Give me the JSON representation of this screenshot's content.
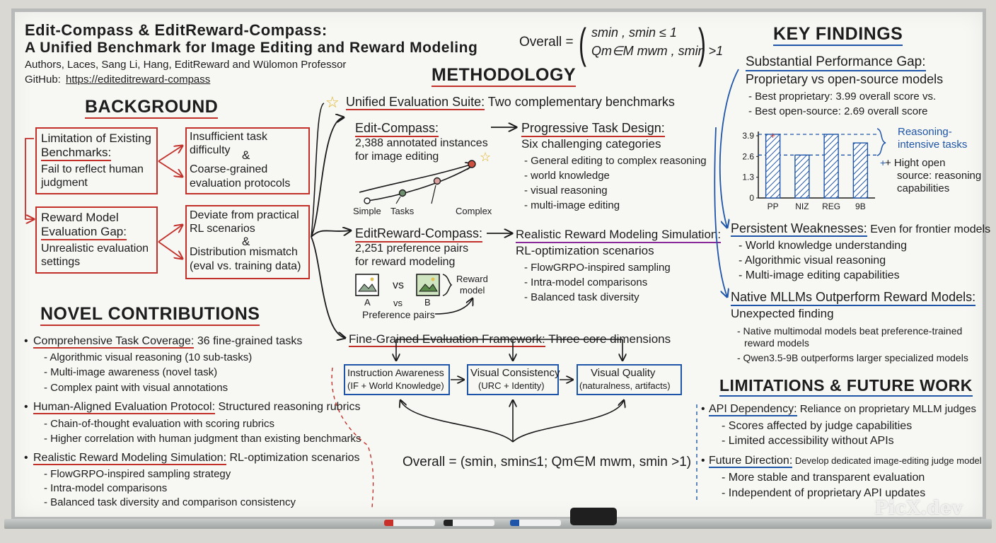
{
  "title": {
    "line1": "Edit-Compass & EditReward-Compass:",
    "line2": "A Unified Benchmark for Image Editing and Reward Modeling",
    "authors": "Authors, Laces, Sang Li, Hang, EditReward and Wülomon Professor",
    "github_label": "GitHub:",
    "github_url": "https://editeditreward-compass"
  },
  "top_formula": {
    "lhs": "Overall =",
    "case1": "smin , smin ≤ 1",
    "case2": "Qm∈M mwm , smin >1"
  },
  "background": {
    "heading": "BACKGROUND",
    "box1_title_a": "Limitation of Existing",
    "box1_title_b": "Benchmarks:",
    "box1_body_a": "Fail to reflect human",
    "box1_body_b": "judgment",
    "box1_out_a": "Insufficient task",
    "box1_out_b": "difficulty",
    "amp": "&",
    "box1_out_c": "Coarse-grained",
    "box1_out_d": "evaluation protocols",
    "box2_title_a": "Reward Model",
    "box2_title_b": "Evaluation Gap:",
    "box2_body_a": "Unrealistic evaluation",
    "box2_body_b": "settings",
    "box2_out_a": "Deviate from practical",
    "box2_out_b": "RL scenarios",
    "box2_out_c": "Distribution mismatch",
    "box2_out_d": "(eval vs. training data)"
  },
  "contributions": {
    "heading": "NOVEL CONTRIBUTIONS",
    "items": [
      {
        "title": "Comprehensive Task Coverage:",
        "desc": " 36 fine-grained tasks",
        "subs": [
          "- Algorithmic visual reasoning (10 sub-tasks)",
          "- Multi-image awareness (novel task)",
          "- Complex paint with visual annotations"
        ]
      },
      {
        "title": "Human-Aligned Evaluation Protocol:",
        "desc": " Structured reasoning rubrics",
        "subs": [
          "- Chain-of-thought evaluation with scoring rubrics",
          "- Higher correlation with human judgment than existing benchmarks"
        ]
      },
      {
        "title": "Realistic Reward Modeling Simulation:",
        "desc": " RL-optimization scenarios",
        "subs": [
          "- FlowGRPO-inspired sampling strategy",
          "- Intra-model comparisons",
          "- Balanced task diversity and comparison consistency"
        ]
      }
    ]
  },
  "methodology": {
    "heading": "METHODOLOGY",
    "suite_title": "Unified Evaluation Suite:",
    "suite_desc": " Two complementary benchmarks",
    "edit_title": "Edit-Compass:",
    "edit_a": "2,388 annotated instances",
    "edit_b": "for image editing",
    "curve_labels": [
      "Simple",
      "Tasks",
      "Complex"
    ],
    "prog_title": "Progressive Task Design:",
    "prog_sub": "Six challenging categories",
    "prog_items": [
      "- General editing to complex reasoning",
      "- world knowledge",
      "- visual reasoning",
      "- multi-image editing"
    ],
    "er_title": "EditReward-Compass:",
    "er_a": "2,251 preference pairs",
    "er_b": "for reward modeling",
    "pair_vs": "vs",
    "pair_a": "A",
    "pair_vs2": "vs",
    "pair_b": "B",
    "pair_caption": "Preference pairs",
    "reward_a": "Reward",
    "reward_b": "model",
    "rrm_title": "Realistic Reward Modeling Simulation:",
    "rrm_sub": "RL-optimization scenarios",
    "rrm_items": [
      "- FlowGRPO-inspired sampling",
      "- Intra-model comparisons",
      "- Balanced task diversity"
    ],
    "fge_title": "Fine-Grained Evaluation Framework:",
    "fge_desc": " Three core dimensions",
    "dims": [
      {
        "a": "Instruction Awareness",
        "b": "(IF + World Knowledge)"
      },
      {
        "a": "Visual Consistency",
        "b": "(URC + Identity)"
      },
      {
        "a": "Visual Quality",
        "b": "(naturalness, artifacts)"
      }
    ],
    "bottom_formula": "Overall = (smin, smin≤1; Qm∈M mwm, smin >1)"
  },
  "findings": {
    "heading": "KEY FINDINGS",
    "gap_title": "Substantial Performance Gap:",
    "gap_sub": "Proprietary vs open-source models",
    "gap_items": [
      "- Best proprietary: 3.99 overall score vs.",
      "- Best open-source: 2.69 overall score"
    ],
    "note_reasoning_a": "Reasoning-",
    "note_reasoning_b": "intensive tasks",
    "note_open_a": "+ Hight open",
    "note_open_b": "source: reasoning",
    "note_open_c": "capabilities",
    "weak_title": "Persistent Weaknesses:",
    "weak_desc": " Even for frontier models",
    "weak_items": [
      "- World knowledge understanding",
      "- Algorithmic visual reasoning",
      "- Multi-image editing capabilities"
    ],
    "native_title": "Native MLLMs Outperform Reward Models:",
    "native_sub": "Unexpected finding",
    "native_items": [
      "- Native multimodal models beat preference-trained",
      "reward models",
      "- Qwen3.5-9B outperforms larger specialized models"
    ]
  },
  "chart_data": {
    "type": "bar",
    "categories": [
      "PP",
      "NIZ",
      "REG",
      "9B"
    ],
    "values": [
      3.99,
      2.69,
      3.99,
      3.45
    ],
    "yticks": [
      "3.9",
      "2.6",
      "1.3",
      "0"
    ],
    "ylim": [
      0,
      3.9
    ],
    "reference_lines": [
      3.99,
      2.69
    ],
    "bar_color": "#1f55a8"
  },
  "limitations": {
    "heading": "LIMITATIONS & FUTURE WORK",
    "api_title": "API Dependency:",
    "api_desc": " Reliance on proprietary MLLM judges",
    "api_items": [
      "- Scores affected by judge capabilities",
      "- Limited accessibility without APIs"
    ],
    "future_title": "Future Direction:",
    "future_desc": " Develop dedicated image-editing judge model",
    "future_items": [
      "- More stable and transparent evaluation",
      "- Independent of proprietary API updates"
    ]
  },
  "watermark": "PicX.dev",
  "colors": {
    "red": "#c3302a",
    "blue": "#1f55a8",
    "purple": "#8a2a9a",
    "ink": "#1a1a1a"
  }
}
